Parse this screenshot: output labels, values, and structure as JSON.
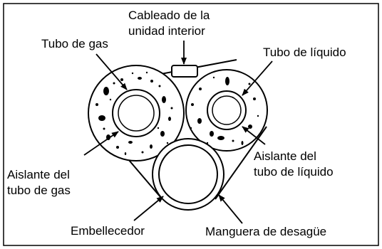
{
  "labels": {
    "indoor_wiring_line1": "Cableado de la",
    "indoor_wiring_line2": "unidad interior",
    "gas_pipe": "Tubo de gas",
    "liquid_pipe": "Tubo de líquido",
    "gas_insulation_line1": "Aislante del",
    "gas_insulation_line2": "tubo de gas",
    "liquid_insulation_line1": "Aislante del",
    "liquid_insulation_line2": "tubo de líquido",
    "trim": "Embellecedor",
    "drain_hose": "Manguera de desagüe"
  }
}
